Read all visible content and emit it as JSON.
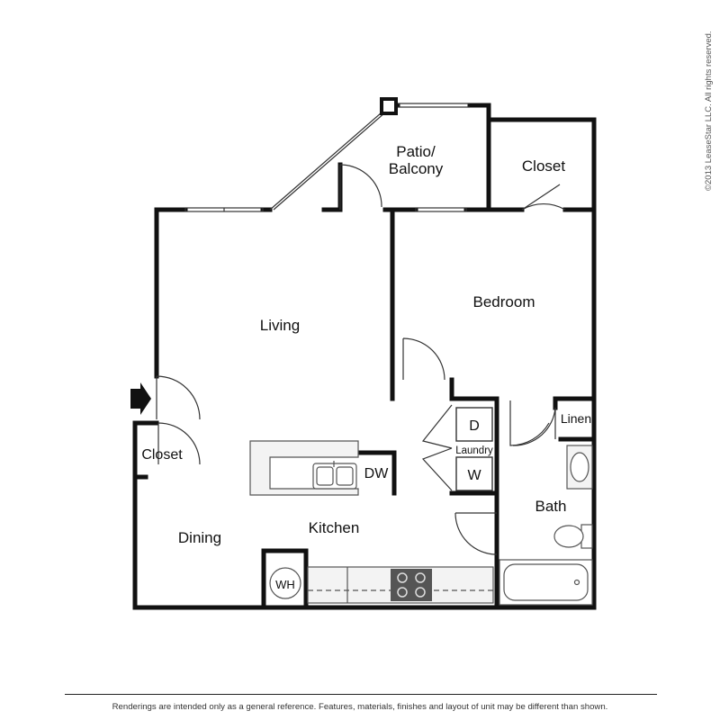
{
  "rooms": {
    "patio_line1": "Patio/",
    "patio_line2": "Balcony",
    "closet_top": "Closet",
    "living": "Living",
    "bedroom": "Bedroom",
    "closet_left": "Closet",
    "dining": "Dining",
    "kitchen": "Kitchen",
    "bath": "Bath",
    "linen": "Linen",
    "laundry": "Laundry"
  },
  "fixtures": {
    "dishwasher": "DW",
    "dryer": "D",
    "washer": "W",
    "water_heater": "WH"
  },
  "footer": {
    "disclaimer": "Renderings are intended only as a general reference. Features, materials, finishes and layout of unit may be different than shown."
  },
  "copyright": "©2013 LeaseStar LLC. All rights reserved.",
  "colors": {
    "wall": "#111111",
    "fixture_stroke": "#555555",
    "fixture_fill": "#eeeeee",
    "stove": "#555555"
  }
}
